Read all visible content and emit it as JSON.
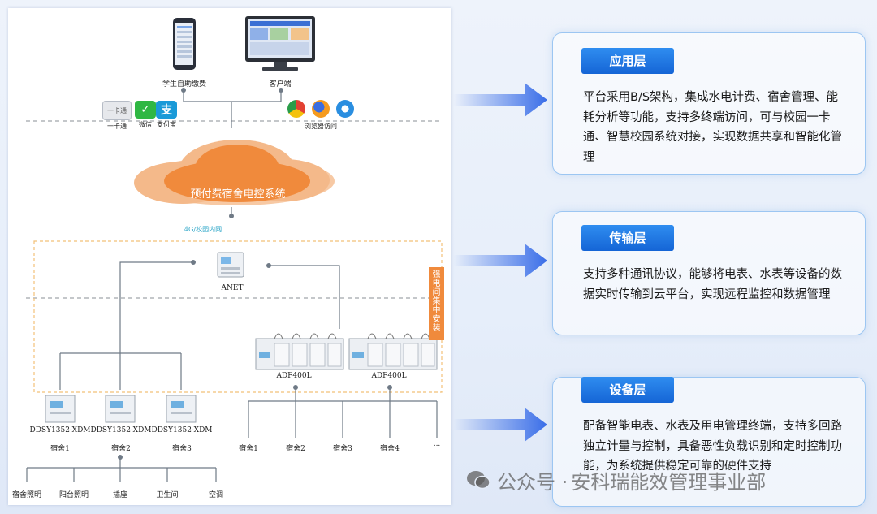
{
  "diagram": {
    "nodes": {
      "student_payment": "学生自助缴费",
      "client": "客户端",
      "campus_card": "一卡通",
      "wechat": "微信",
      "alipay": "支付宝",
      "browser_access": "浏览器访问",
      "cloud_system": "预付费宿舍电控系统",
      "network": "4G/校园内网",
      "anet": "ANET",
      "vertical_install": "强电间集中安装",
      "adf1": "ADF400L",
      "adf2": "ADF400L",
      "ddsy1": "DDSY1352-XDM",
      "ddsy2": "DDSY1352-XDM",
      "ddsy3": "DDSY1352-XDM",
      "dorm_left_1": "宿舍1",
      "dorm_left_2": "宿舍2",
      "dorm_left_3": "宿舍3",
      "load_lighting": "宿舍照明",
      "load_balcony": "阳台照明",
      "load_socket": "插座",
      "load_bathroom": "卫生间",
      "load_ac": "空调",
      "dorm_right_1": "宿舍1",
      "dorm_right_2": "宿舍2",
      "dorm_right_3": "宿舍3",
      "dorm_right_4": "宿舍4",
      "dorm_right_more": "..."
    },
    "icons": [
      "phone-icon",
      "monitor-icon",
      "campus-card-icon",
      "wechat-icon",
      "alipay-icon",
      "chrome-icon",
      "firefox-icon",
      "ie-icon",
      "cloud-icon",
      "gateway-icon",
      "meter-icon"
    ],
    "colors": {
      "cloud": "#f08a3c",
      "network_label": "#2aa5c7",
      "dashed_box": "#f2c078",
      "line": "#6f7a86"
    }
  },
  "layers": [
    {
      "title": "应用层",
      "body": "平台采用B/S架构，集成水电计费、宿舍管理、能耗分析等功能，支持多终端访问，可与校园一卡通、智慧校园系统对接，实现数据共享和智能化管理"
    },
    {
      "title": "传输层",
      "body": "支持多种通讯协议，能够将电表、水表等设备的数据实时传输到云平台，实现远程监控和数据管理"
    },
    {
      "title": "设备层",
      "body": "配备智能电表、水表及用电管理终端，支持多回路独立计量与控制，具备恶性负载识别和定时控制功能，为系统提供稳定可靠的硬件支持"
    }
  ],
  "watermark": {
    "prefix": "公众号 · ",
    "name": "安科瑞能效管理事业部"
  },
  "colors": {
    "title_blue": "#1a6fe0",
    "card_border": "#9cc6f2",
    "arrow": "#3a6ee8"
  }
}
